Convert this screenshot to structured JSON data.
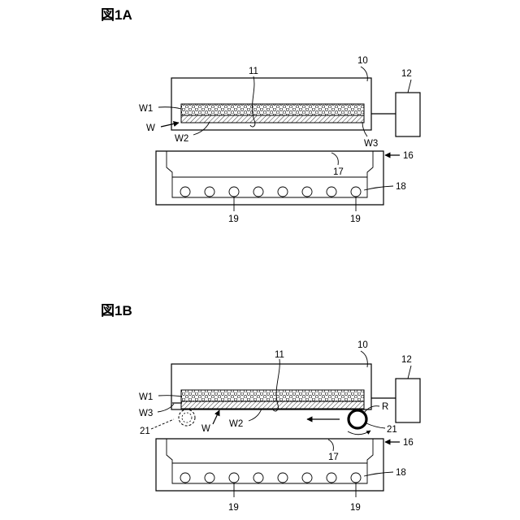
{
  "figures": [
    {
      "title": "図1A",
      "labels": {
        "holder": "10",
        "surface": "11",
        "unit": "12",
        "tray": "16",
        "floor": "17",
        "heater": "18",
        "roller_left": "19",
        "roller_right": "19",
        "w1": "W1",
        "w": "W",
        "w2": "W2",
        "w3": "W3"
      }
    },
    {
      "title": "図1B",
      "labels": {
        "holder": "10",
        "surface": "11",
        "unit": "12",
        "tray": "16",
        "floor": "17",
        "heater": "18",
        "roller_left": "19",
        "roller_right": "19",
        "w1": "W1",
        "w3": "W3",
        "w": "W",
        "w2": "W2",
        "r": "R",
        "roller21_left": "21",
        "roller21_right": "21"
      }
    }
  ],
  "colors": {
    "line": "#000000",
    "background": "#ffffff"
  }
}
